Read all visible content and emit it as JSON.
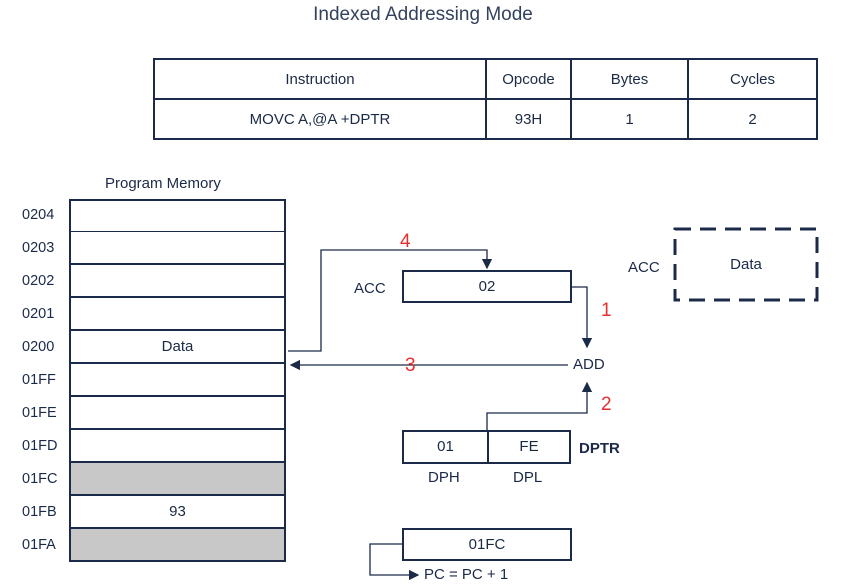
{
  "title": "Indexed Addressing Mode",
  "table": {
    "headers": [
      "Instruction",
      "Opcode",
      "Bytes",
      "Cycles"
    ],
    "row": [
      "MOVC A,@A +DPTR",
      "93H",
      "1",
      "2"
    ]
  },
  "program_memory": {
    "label": "Program Memory",
    "rows": [
      {
        "addr": "0204",
        "value": "",
        "shaded": false
      },
      {
        "addr": "0203",
        "value": "",
        "shaded": false
      },
      {
        "addr": "0202",
        "value": "",
        "shaded": false
      },
      {
        "addr": "0201",
        "value": "",
        "shaded": false
      },
      {
        "addr": "0200",
        "value": "Data",
        "shaded": false
      },
      {
        "addr": "01FF",
        "value": "",
        "shaded": false
      },
      {
        "addr": "01FE",
        "value": "",
        "shaded": false
      },
      {
        "addr": "01FD",
        "value": "",
        "shaded": false
      },
      {
        "addr": "01FC",
        "value": "",
        "shaded": true
      },
      {
        "addr": "01FB",
        "value": "93",
        "shaded": false
      },
      {
        "addr": "01FA",
        "value": "",
        "shaded": true
      }
    ]
  },
  "acc": {
    "label": "ACC",
    "value": "02"
  },
  "acc_result": {
    "label": "ACC",
    "value": "Data"
  },
  "add_label": "ADD",
  "dptr": {
    "label": "DPTR",
    "dph_value": "01",
    "dpl_value": "FE",
    "dph_label": "DPH",
    "dpl_label": "DPL"
  },
  "pc": {
    "value": "01FC",
    "caption": "PC = PC + 1"
  },
  "steps": [
    "1",
    "2",
    "3",
    "4"
  ],
  "colors": {
    "line": "#1b2a48",
    "step": "#e53030",
    "shaded": "#c8c8c8"
  }
}
